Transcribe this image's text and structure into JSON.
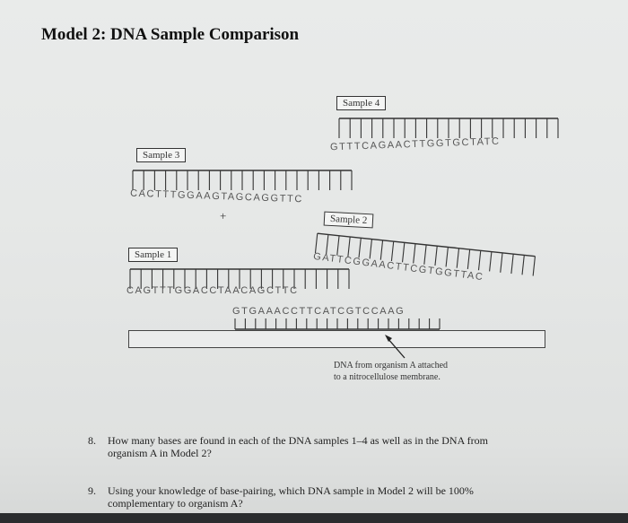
{
  "title": "Model 2: DNA Sample Comparison",
  "samples": {
    "sample4": {
      "label": "Sample 4",
      "sequence": "GTTTCAGAACTTGGTGCTATC"
    },
    "sample3": {
      "label": "Sample 3",
      "sequence": "CACTTTGGAAGTAGCAGGTTC"
    },
    "sample2": {
      "label": "Sample 2",
      "sequence": "GATTCGGAACTTCGTGGTTAC"
    },
    "sample1": {
      "label": "Sample 1",
      "sequence": "CAGTTTGGACCTAACAGCTTC"
    }
  },
  "plus_symbol": "+",
  "organism_a": {
    "sequence": "GTGAAACCTTCATCGTCCAAG"
  },
  "caption": {
    "line1": "DNA from organism A attached",
    "line2": "to a nitrocellulose membrane."
  },
  "questions": [
    {
      "number": "8.",
      "line1": "How many bases are found in each of the DNA samples 1–4 as well as in the DNA from",
      "line2": "organism A in Model 2?"
    },
    {
      "number": "9.",
      "line1": "Using your knowledge of base-pairing, which DNA sample in Model 2 will be 100%",
      "line2": "complementary to organism A?"
    }
  ]
}
